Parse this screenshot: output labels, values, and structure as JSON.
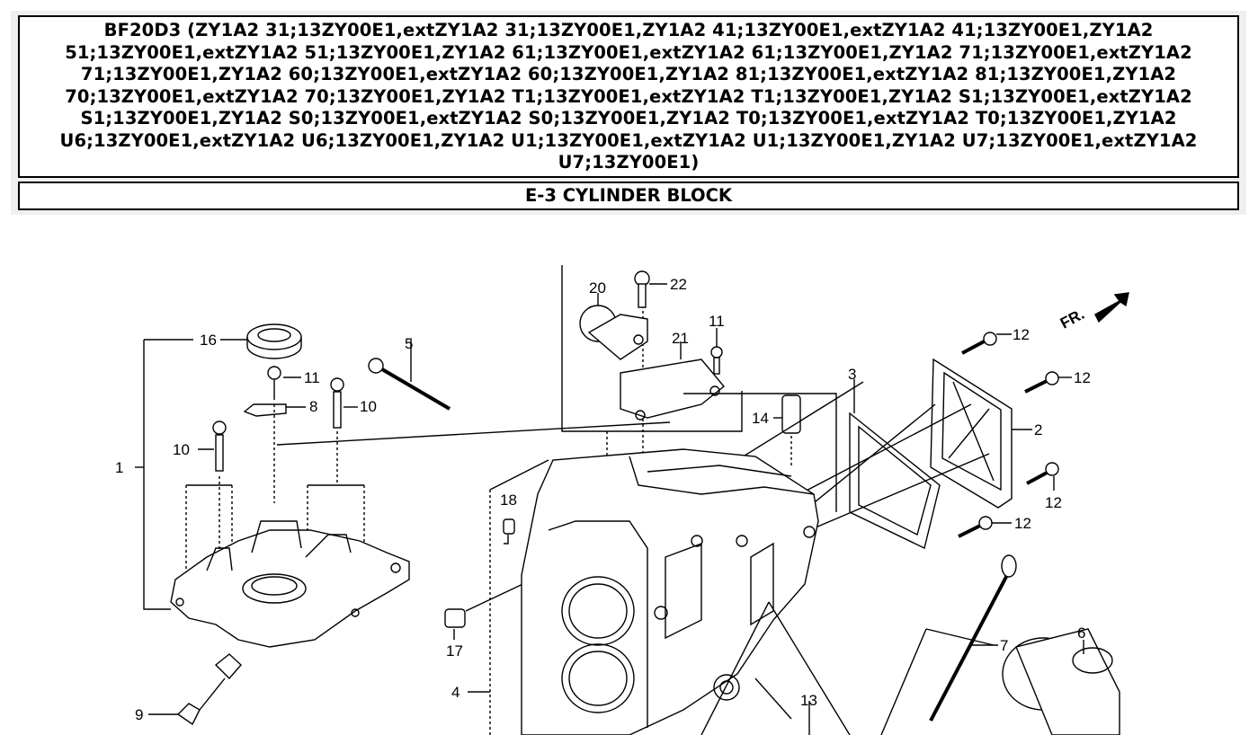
{
  "header": {
    "title": "BF20D3 (ZY1A2 31;13ZY00E1,extZY1A2 31;13ZY00E1,ZY1A2 41;13ZY00E1,extZY1A2 41;13ZY00E1,ZY1A2 51;13ZY00E1,extZY1A2 51;13ZY00E1,ZY1A2 61;13ZY00E1,extZY1A2 61;13ZY00E1,ZY1A2 71;13ZY00E1,extZY1A2 71;13ZY00E1,ZY1A2 60;13ZY00E1,extZY1A2 60;13ZY00E1,ZY1A2 81;13ZY00E1,extZY1A2 81;13ZY00E1,ZY1A2 70;13ZY00E1,extZY1A2 70;13ZY00E1,ZY1A2 T1;13ZY00E1,extZY1A2 T1;13ZY00E1,ZY1A2 S1;13ZY00E1,extZY1A2 S1;13ZY00E1,ZY1A2 S0;13ZY00E1,extZY1A2 S0;13ZY00E1,ZY1A2 T0;13ZY00E1,extZY1A2 T0;13ZY00E1,ZY1A2 U6;13ZY00E1,extZY1A2 U6;13ZY00E1,ZY1A2 U1;13ZY00E1,extZY1A2 U1;13ZY00E1,ZY1A2 U7;13ZY00E1,extZY1A2 U7;13ZY00E1)",
    "section": "E-3 CYLINDER BLOCK"
  },
  "diagram": {
    "direction_label": "FR.",
    "callouts": [
      "1",
      "2",
      "3",
      "4",
      "5",
      "6",
      "7",
      "8",
      "9",
      "10",
      "10",
      "11",
      "11",
      "12",
      "12",
      "12",
      "12",
      "13",
      "14",
      "16",
      "17",
      "18",
      "20",
      "21",
      "22"
    ]
  }
}
